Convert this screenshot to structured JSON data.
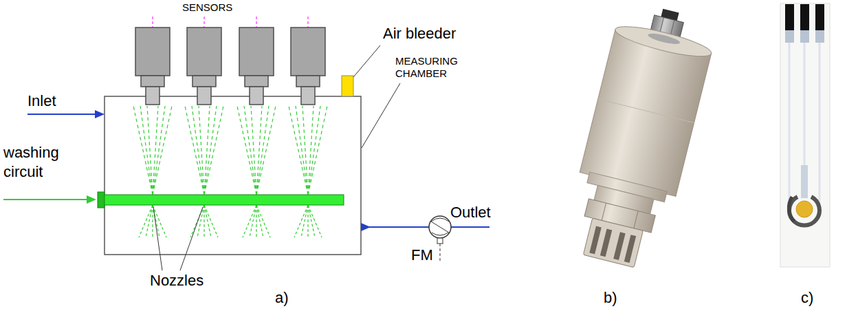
{
  "diagram": {
    "labels": [
      "SENSORS",
      "Air bleeder",
      "MEASURING CHAMBER",
      "Inlet",
      "washing circuit",
      "Nozzles",
      "Outlet",
      "FM",
      "a)",
      "b)",
      "c)"
    ]
  }
}
